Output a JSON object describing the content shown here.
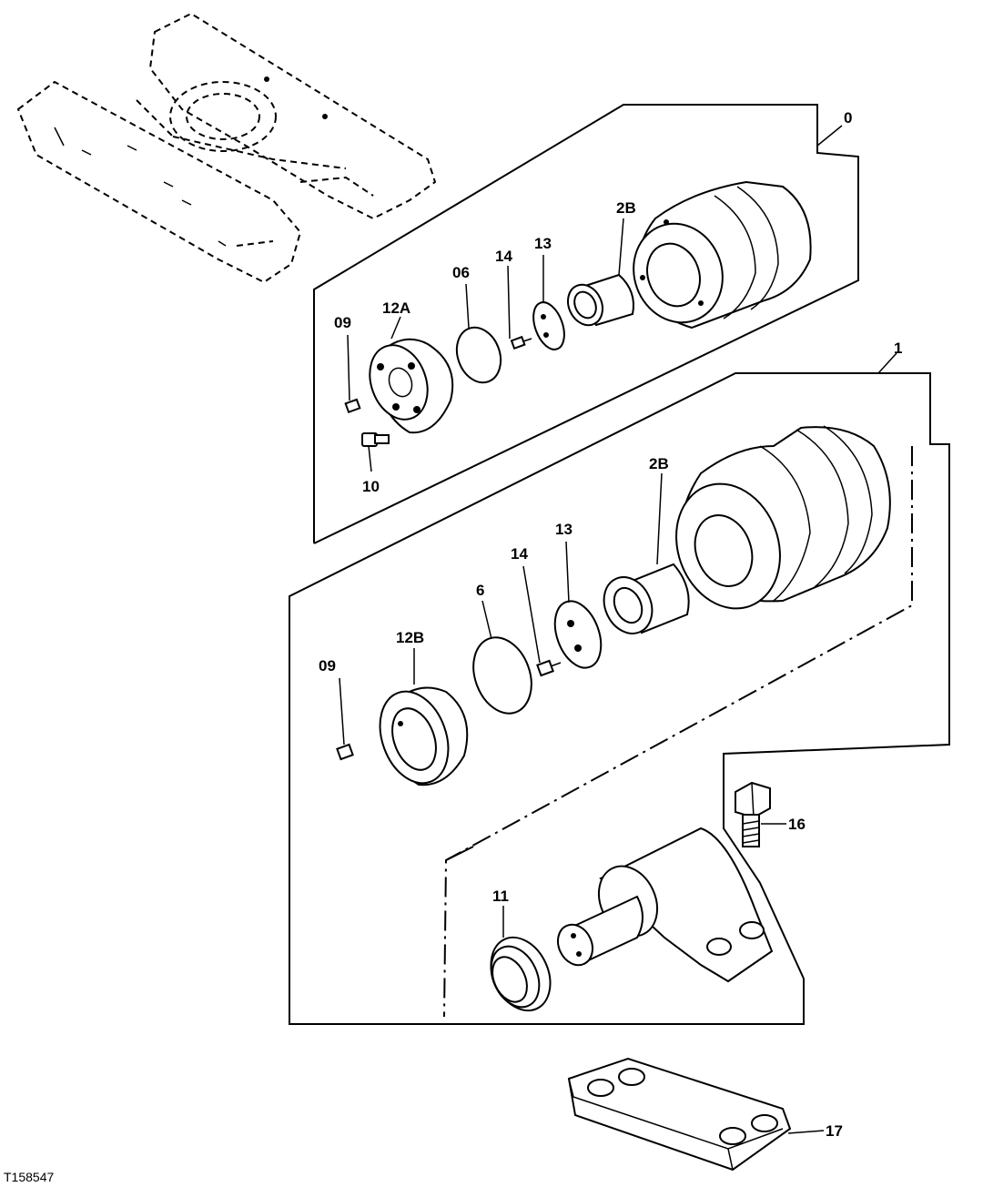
{
  "figure_id": "T158547",
  "callouts": {
    "c0": "0",
    "c1": "1",
    "c2b_top": "2B",
    "c2b_bottom": "2B",
    "c6": "6",
    "c06": "06",
    "c09_top": "09",
    "c09_bottom": "09",
    "c10": "10",
    "c11": "11",
    "c12a": "12A",
    "c12b": "12B",
    "c13_top": "13",
    "c13_bottom": "13",
    "c14_top": "14",
    "c14_bottom": "14",
    "c16": "16",
    "c17": "17"
  }
}
